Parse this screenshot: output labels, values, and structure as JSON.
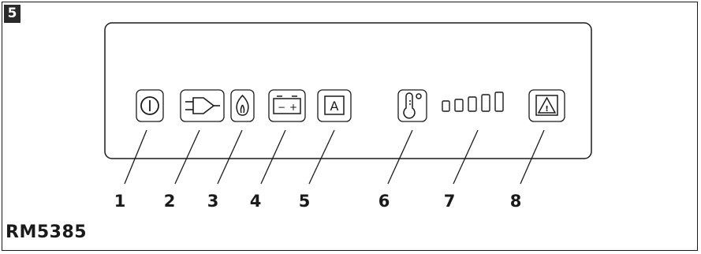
{
  "figure": {
    "number": "5",
    "code": "RM5385"
  },
  "panel": {
    "buttons": [
      {
        "icon": "power-icon"
      },
      {
        "icon": "mains-plug-icon"
      },
      {
        "icon": "gas-flame-icon"
      },
      {
        "icon": "battery-icon",
        "glyph_minus": "−",
        "glyph_plus": "+"
      },
      {
        "icon": "auto-mode-icon",
        "glyph": "A"
      },
      {
        "icon": "thermometer-icon"
      },
      {
        "icon": "warning-triangle-icon",
        "glyph": "!"
      }
    ],
    "temperature_bars": 5
  },
  "callouts": [
    "1",
    "2",
    "3",
    "4",
    "5",
    "6",
    "7",
    "8"
  ]
}
